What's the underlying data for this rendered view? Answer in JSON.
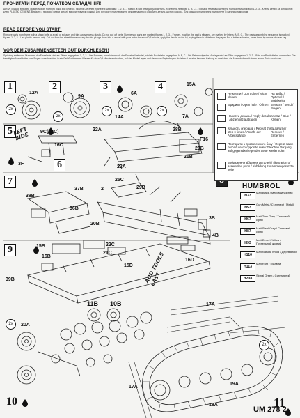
{
  "instructions": {
    "heading_ua": "ПРОЧИТАТИ ПЕРЕД ПОЧАТКОМ СКЛАДАННЯ!",
    "text_ua": "Деталі з рамок вирізати за допомогою гострого ножа або кусачок. Номери деталей позначені цифрами: 1, 2, 3, ... Рамки, в якій знаходяться деталь, позначена літерою: А, В, С... Порядок нумерації деталей позначений цифрами 1, 2, 3... Клеїти деталі за допомогою клею PLASTIC CEMENT. Вирізати з прозорої плівки деталі, використовуючи ножиці. Для зручності приклеювання рекомендується обробити деталь чистою водою... Для кращого прилягання притиснути їх ватяним тампоном.",
    "heading_en": "READ BEFORE YOU START!",
    "text_en": "Remove parts from frame with a sharp knife or a pair of scissors and trim away excess plastic. Do not pull off parts. Numbers of parts are marked figures 1, 2, 3... Frames, in which the part is situated, are marked by letters: A, B, C... The parts assembling sequence is marked figures 1, 2, 3... Use plastic cement only. Cut out from the sheet the necessary decals, plunge them into a vessel with pure water for about 0,5 minute, apply the decals on the kit, wiping them to slide from the paper. For a better adhesion, press them by means of clean rag.",
    "heading_de": "VOR DEM ZUSAMMENSETZEN GUT DURCHLESEN!",
    "text_de": "Spritzling entfernen. Nummern der Einzelteile sind als Ziffern angegeben 1, 2, 3... Der Rahmen, in welchem sich der Einzelteil befindet, wird als Buchstabe angegeben A, B, C... Die Reihenfolge der Montage wird als Ziffer angegeben 1, 2, 3... Bitte nur Plastikkleber verwenden. Die benötigten Abziehbilder vom Bogen ausschneiden, in ein Gefäß mit reinem Wasser für etwa 0,5 Minute eintauchen, auf das Modell legen und dann vom Papierbogen abziehen. Um eine bessere Haftung zu erreichen, die Abziehbilder mit einem reinen Tuch andrücken."
  },
  "steps": {
    "s1": "1",
    "s2": "2",
    "s3": "3",
    "s4": "4",
    "s5": "5",
    "s6": "6",
    "s7": "7",
    "s8": "8",
    "s9": "9",
    "s10": "10",
    "s11": "11"
  },
  "callouts": {
    "x2a": "2x",
    "x2b": "2x",
    "x2c": "2x",
    "x2d": "2x",
    "x2e": "2x",
    "x2f": "2x",
    "p12a": "12A",
    "p9a": "9A",
    "p6a": "6A",
    "p14a": "14A",
    "p15a": "15A",
    "p7a": "7A",
    "p9c": "9C(34C)",
    "p16c": "16C",
    "p3f": "3F",
    "p22a": "22A",
    "p22a2": "22A",
    "p28b": "28B",
    "p21b": "21B",
    "p23b": "23B",
    "p6f16": "F16",
    "p25c": "25C",
    "p29b": "29B",
    "p2": "2",
    "p38b": "38B",
    "p37b": "37B",
    "p36b": "36B",
    "p20b": "20B",
    "p15b": "15B",
    "p16b": "16B",
    "p22c": "22C",
    "p21c": "21C",
    "p39b": "39B",
    "p15d": "15D",
    "p16d": "16D",
    "p4b": "4B",
    "p3b": "3B",
    "p11b": "11B",
    "p10b": "10B",
    "p20a": "20A",
    "p17a": "17A",
    "p18a": "18A",
    "p19a": "19A"
  },
  "handwriting": {
    "left_side": "LEFT SIDE",
    "add_tools_last": "ADD TOOLS LAST"
  },
  "legend": {
    "rows": [
      {
        "a": "Не клеїти / Don't glue / Nicht kleben",
        "b": "На вибір / Optional / Wahlweise"
      },
      {
        "a": "Відкрити / Open hole / Öffnen",
        "b": "Згинати / Bend / Biegen"
      },
      {
        "a": "Нанести декаль / Apply decal's / Abziehbild auftragen",
        "b": "Клеїти / Glue / Kleben"
      },
      {
        "a": "Кількість операцій / Repeat this step x times / Anzahl der Arbeitsgänge",
        "b": "Видалити / Remove / Entfernen"
      },
      {
        "a": "Повторити з протилежного боку / Repeat same procedure on opposite side / Gleichen Vorgang auf gegenüberliegender Seite wiederholen",
        "b": ""
      },
      {
        "a": "Зображення зібраних деталей / Illustration of assembled parts / Abbildung zusammengesetzter Teile",
        "b": ""
      }
    ]
  },
  "humbrol": {
    "title": "HUMBROL",
    "paints": [
      {
        "code": "H33",
        "name": "Matt Black / Матовий чорний"
      },
      {
        "code": "H53",
        "name": "Gun Metal / Сталевий / Metall"
      },
      {
        "code": "H67",
        "name": "Matt Tank Grey / Танковий сірий"
      },
      {
        "code": "H87",
        "name": "Matt Steel Grey / Сталевий сірий"
      },
      {
        "code": "H93",
        "name": "Matt Desert Yellow / Пустельний жовтий"
      },
      {
        "code": "H110",
        "name": "Matt Natural Wood / Дерев'яний"
      },
      {
        "code": "H113",
        "name": "Matt Rust / Іржавий"
      },
      {
        "code": "H208",
        "name": "Signal Green / Сигнальний"
      }
    ]
  },
  "product_code": "UM 278 2"
}
